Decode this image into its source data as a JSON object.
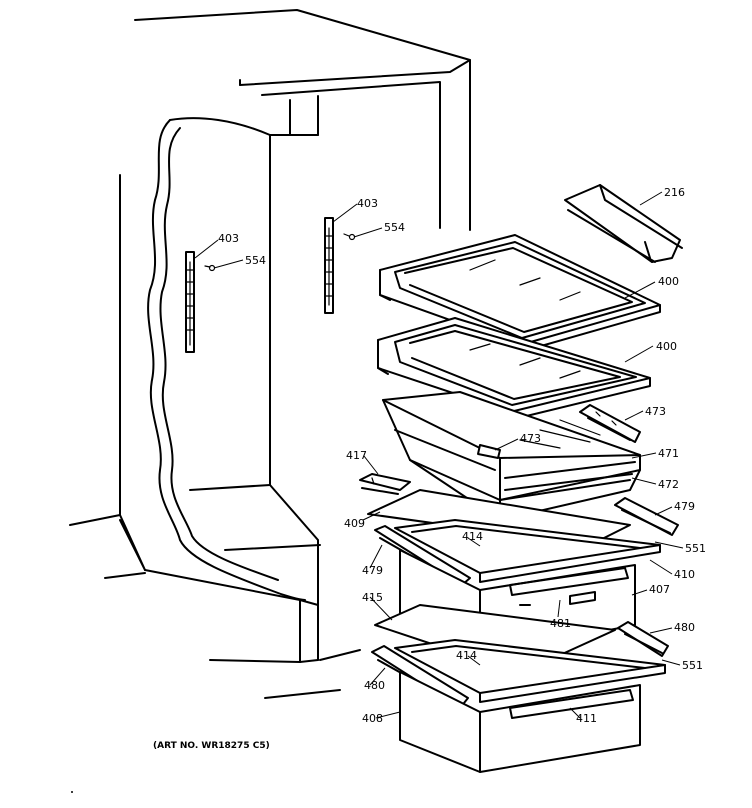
{
  "callouts": {
    "c216": "216",
    "c400a": "400",
    "c400b": "400",
    "c403a": "403",
    "c554a": "554",
    "c403b": "403",
    "c554b": "554",
    "c473a": "473",
    "c473b": "473",
    "c471": "471",
    "c472": "472",
    "c417": "417",
    "c409": "409",
    "c479a": "479",
    "c479b": "479",
    "c414a": "414",
    "c551a": "551",
    "c410": "410",
    "c415": "415",
    "c407": "407",
    "c481": "481",
    "c480a": "480",
    "c480b": "480",
    "c414b": "414",
    "c551b": "551",
    "c408": "408",
    "c411": "411"
  },
  "art_number": "(ART NO. WR18275 C5)"
}
